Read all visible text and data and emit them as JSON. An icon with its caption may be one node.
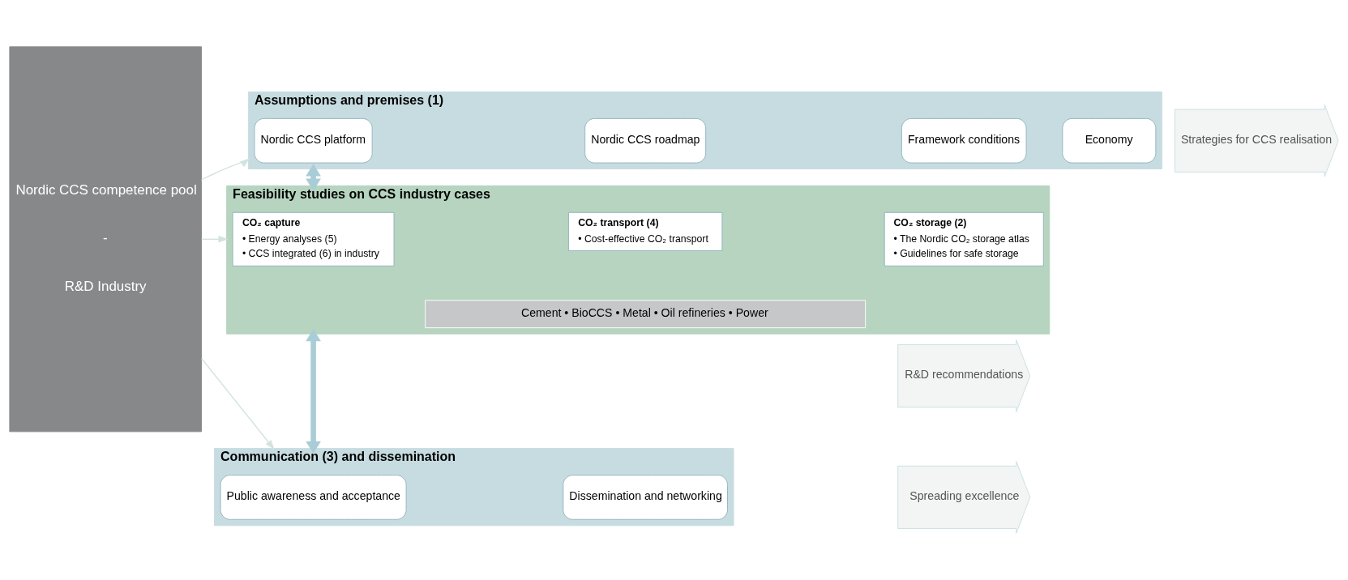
{
  "diagram": {
    "nodes": [
      {
        "text": [
          "Nordic CCS competence pool",
          "-",
          "R&D Industry"
        ]
      },
      {
        "text": [
          "Assumptions and premises (1)"
        ]
      },
      {
        "text": [
          "Nordic CCS platform"
        ],
        "in": 1
      },
      {
        "text": [
          "Nordic CCS roadmap"
        ],
        "in": 1
      },
      {
        "text": [
          "Framework conditions"
        ],
        "in": 1
      },
      {
        "text": [
          "Economy"
        ],
        "in": 1
      },
      {
        "text": [
          "Strategies for CCS realisation"
        ]
      },
      {
        "text": [
          "Feasibility studies on CCS industry cases"
        ]
      },
      {
        "text": [
          "CO₂ capture",
          "• Energy analyses (5)",
          "• CCS integrated (6) in industry"
        ],
        "in": 7
      },
      {
        "text": [
          "CO₂ transport (4)",
          "• Cost-effective CO₂ transport"
        ],
        "in": 7
      },
      {
        "text": [
          "CO₂ storage (2)",
          "• The Nordic CO₂ storage atlas",
          "• Guidelines for safe storage"
        ],
        "in": 7
      },
      {
        "text": [
          "Cement • BioCCS • Metal • Oil refineries • Power"
        ],
        "in": 7
      },
      {
        "text": [
          "R&D recommendations"
        ]
      },
      {
        "text": [
          "Communication (3) and dissemination"
        ]
      },
      {
        "text": [
          "Public awareness and acceptance"
        ],
        "in": 13
      },
      {
        "text": [
          "Dissemination and networking"
        ],
        "in": 13
      },
      {
        "text": [
          "Spreading excellence"
        ]
      }
    ],
    "edges": [
      {
        "from": 0,
        "to": 1,
        "arrow": "to"
      },
      {
        "from": 0,
        "to": 7,
        "arrow": "to"
      },
      {
        "from": 0,
        "to": 13,
        "arrow": "to"
      },
      {
        "from": 1,
        "to": 7,
        "arrow": "both",
        "style": "thick",
        "color": "#a9cdd6"
      },
      {
        "from": 7,
        "to": 13,
        "arrow": "both",
        "style": "thick",
        "color": "#a9cdd6"
      }
    ]
  }
}
